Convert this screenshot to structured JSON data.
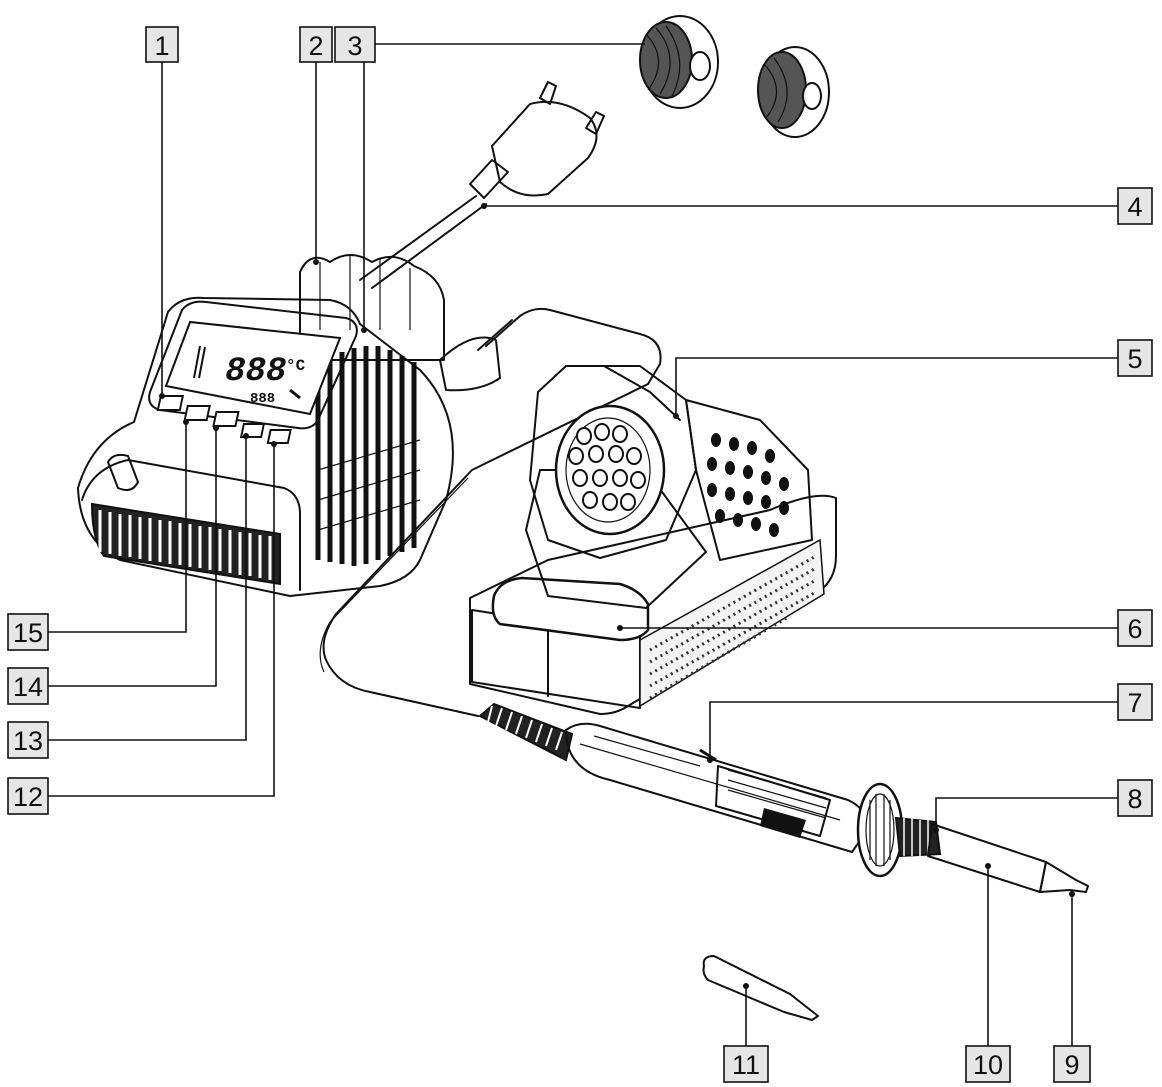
{
  "diagram": {
    "callouts": [
      {
        "id": "1",
        "text": "1"
      },
      {
        "id": "2",
        "text": "2"
      },
      {
        "id": "3",
        "text": "3"
      },
      {
        "id": "4",
        "text": "4"
      },
      {
        "id": "5",
        "text": "5"
      },
      {
        "id": "6",
        "text": "6"
      },
      {
        "id": "7",
        "text": "7"
      },
      {
        "id": "8",
        "text": "8"
      },
      {
        "id": "9",
        "text": "9"
      },
      {
        "id": "10",
        "text": "10"
      },
      {
        "id": "11",
        "text": "11"
      },
      {
        "id": "12",
        "text": "12"
      },
      {
        "id": "13",
        "text": "13"
      },
      {
        "id": "14",
        "text": "14"
      },
      {
        "id": "15",
        "text": "15"
      }
    ],
    "display": {
      "main_digits": "888",
      "unit": "°C",
      "sub_digits": "888"
    }
  }
}
